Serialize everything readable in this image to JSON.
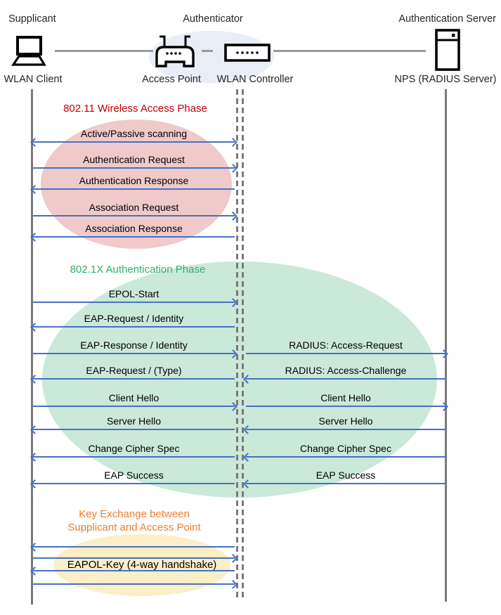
{
  "header": {
    "roles": [
      {
        "label": "Supplicant"
      },
      {
        "label": "Authenticator"
      },
      {
        "label": "Authentication Server"
      }
    ],
    "nodes": [
      {
        "label": "WLAN Client",
        "icon": "laptop-icon"
      },
      {
        "label": "Access Point",
        "icon": "access-point-icon"
      },
      {
        "label": "WLAN Controller",
        "icon": "wlan-controller-icon"
      },
      {
        "label": "NPS (RADIUS Server)",
        "icon": "server-icon"
      }
    ]
  },
  "colors": {
    "arrow": "#4472C4",
    "lifeline": "#7A7A7A",
    "connector": "#9A9A9A",
    "phase_80211_title": "#C00000",
    "phase_8021x_title": "#2EB06A",
    "key_exchange_title": "#ED7D31",
    "ellipse_80211": "#F0C9CA",
    "ellipse_8021x": "#CBE9D9",
    "ellipse_key_exchange": "#FCEEC6",
    "ellipse_authenticator": "#E9EDF6"
  },
  "phases": {
    "wireless_access": {
      "title": "802.11 Wireless Access Phase",
      "messages": [
        {
          "label": "Active/Passive scanning",
          "from": "WLAN Client",
          "to": "WLAN Controller",
          "direction": "both"
        },
        {
          "label": "Authentication Request",
          "from": "WLAN Client",
          "to": "WLAN Controller",
          "direction": "right"
        },
        {
          "label": "Authentication Response",
          "from": "WLAN Controller",
          "to": "WLAN Client",
          "direction": "left"
        },
        {
          "label": "Association Request",
          "from": "WLAN Client",
          "to": "WLAN Controller",
          "direction": "right"
        },
        {
          "label": "Association Response",
          "from": "WLAN Controller",
          "to": "WLAN Client",
          "direction": "left"
        }
      ]
    },
    "authentication": {
      "title": "802.1X Authentication Phase",
      "client_messages": [
        {
          "label": "EPOL-Start",
          "from": "WLAN Client",
          "to": "WLAN Controller",
          "direction": "right"
        },
        {
          "label": "EAP-Request / Identity",
          "from": "WLAN Controller",
          "to": "WLAN Client",
          "direction": "left"
        },
        {
          "label": "EAP-Response / Identity",
          "from": "WLAN Client",
          "to": "WLAN Controller",
          "direction": "right"
        },
        {
          "label": "EAP-Request / (Type)",
          "from": "WLAN Controller",
          "to": "WLAN Client",
          "direction": "left"
        },
        {
          "label": "Client Hello",
          "from": "WLAN Client",
          "to": "WLAN Controller",
          "direction": "right"
        },
        {
          "label": "Server Hello",
          "from": "WLAN Controller",
          "to": "WLAN Client",
          "direction": "left"
        },
        {
          "label": "Change Cipher Spec",
          "from": "WLAN Controller",
          "to": "WLAN Client",
          "direction": "left"
        },
        {
          "label": "EAP Success",
          "from": "WLAN Controller",
          "to": "WLAN Client",
          "direction": "left"
        }
      ],
      "server_messages": [
        {
          "label": "RADIUS: Access-Request",
          "from": "WLAN Controller",
          "to": "NPS (RADIUS Server)",
          "direction": "right"
        },
        {
          "label": "RADIUS: Access-Challenge",
          "from": "NPS (RADIUS Server)",
          "to": "WLAN Controller",
          "direction": "left"
        },
        {
          "label": "Client Hello",
          "from": "WLAN Controller",
          "to": "NPS (RADIUS Server)",
          "direction": "right"
        },
        {
          "label": "Server Hello",
          "from": "NPS (RADIUS Server)",
          "to": "WLAN Controller",
          "direction": "left"
        },
        {
          "label": "Change Cipher Spec",
          "from": "NPS (RADIUS Server)",
          "to": "WLAN Controller",
          "direction": "left"
        },
        {
          "label": "EAP Success",
          "from": "NPS (RADIUS Server)",
          "to": "WLAN Controller",
          "direction": "left"
        }
      ]
    },
    "key_exchange": {
      "title_line1": "Key Exchange between",
      "title_line2": "Supplicant and Access Point",
      "label": "EAPOL-Key (4-way handshake)",
      "arrows": [
        {
          "from": "WLAN Controller",
          "to": "WLAN Client",
          "direction": "left"
        },
        {
          "from": "WLAN Client",
          "to": "WLAN Controller",
          "direction": "right"
        },
        {
          "from": "WLAN Controller",
          "to": "WLAN Client",
          "direction": "left"
        },
        {
          "from": "WLAN Client",
          "to": "WLAN Controller",
          "direction": "right"
        }
      ]
    }
  }
}
